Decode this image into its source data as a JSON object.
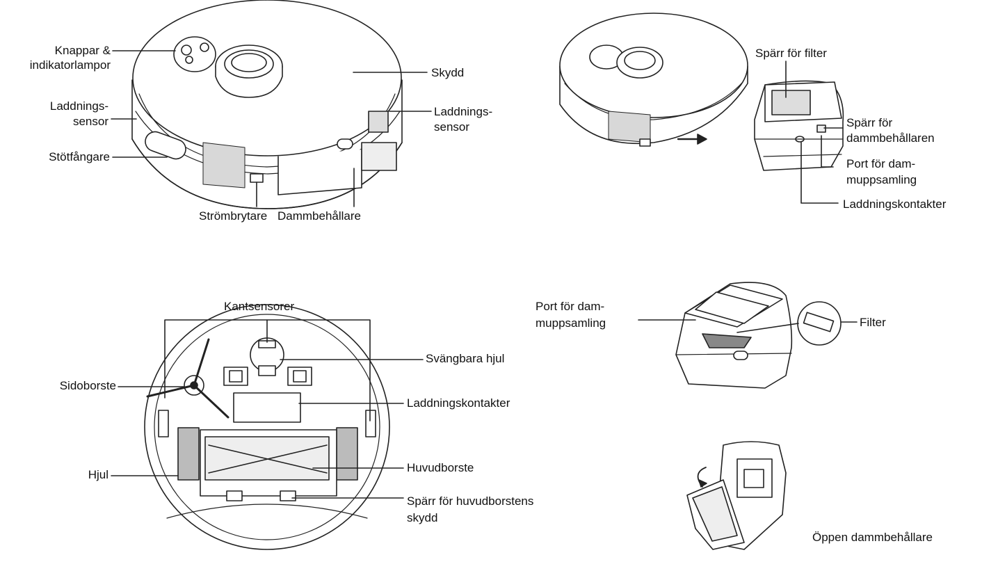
{
  "labels": {
    "knappar": "Knappar &",
    "indikator": "indikatorlampor",
    "skydd": "Skydd",
    "laddning_l1": "Laddnings-",
    "laddning_l2": "sensor",
    "laddning_r1": "Laddnings-",
    "laddning_r2": "sensor",
    "stotfangare": "Stötfångare",
    "strombrytare": "Strömbrytare",
    "dammbehallare": "Dammbehållare",
    "sparr_filter": "Spärr för filter",
    "sparr_damm1": "Spärr för",
    "sparr_damm2": "dammbehållaren",
    "port1_l1": "Port för dam-",
    "port1_l2": "muppsamling",
    "laddningskontakter_top": "Laddningskontakter",
    "kantsensorer": "Kantsensorer",
    "svangbara": "Svängbara hjul",
    "sidoborste": "Sidoborste",
    "laddningskontakter_bot": "Laddningskontakter",
    "hjul": "Hjul",
    "huvudborste": "Huvudborste",
    "sparr_huvud1": "Spärr för huvudborstens",
    "sparr_huvud2": "skydd",
    "port2_l1": "Port för dam-",
    "port2_l2": "muppsamling",
    "filter": "Filter",
    "oppen": "Öppen dammbehållare"
  }
}
